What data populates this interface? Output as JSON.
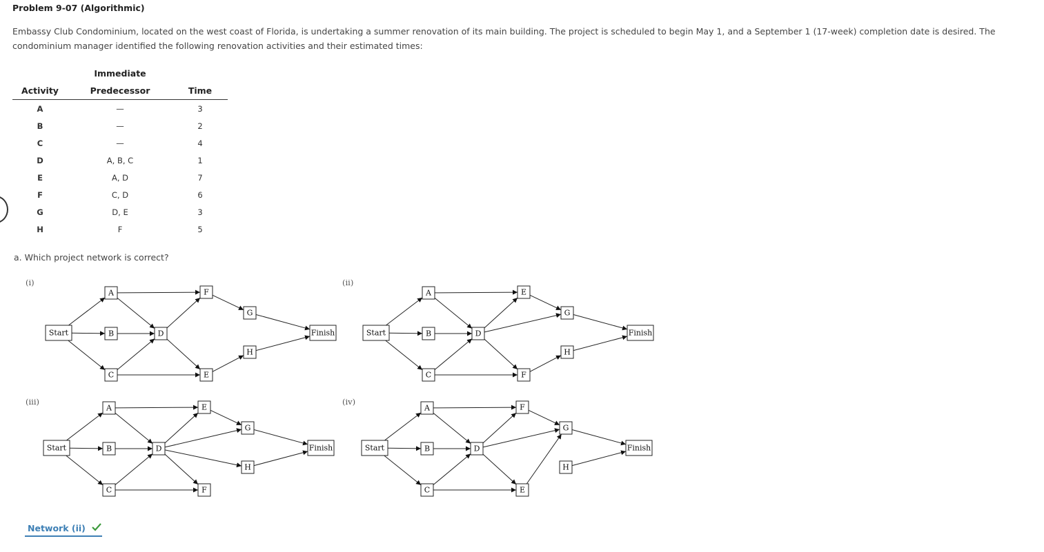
{
  "problem": {
    "title": "Problem 9-07 (Algorithmic)",
    "description": "Embassy Club Condominium, located on the west coast of Florida, is undertaking a summer renovation of its main building. The project is scheduled to begin May 1, and a September 1 (17-week) completion date is desired. The condominium manager identified the following renovation activities and their estimated times:"
  },
  "table": {
    "header_top": "Immediate",
    "headers": [
      "Activity",
      "Predecessor",
      "Time"
    ],
    "rows": [
      {
        "activity": "A",
        "predecessor": "—",
        "time": "3"
      },
      {
        "activity": "B",
        "predecessor": "—",
        "time": "2"
      },
      {
        "activity": "C",
        "predecessor": "—",
        "time": "4"
      },
      {
        "activity": "D",
        "predecessor": "A, B, C",
        "time": "1"
      },
      {
        "activity": "E",
        "predecessor": "A, D",
        "time": "7"
      },
      {
        "activity": "F",
        "predecessor": "C, D",
        "time": "6"
      },
      {
        "activity": "G",
        "predecessor": "D, E",
        "time": "3"
      },
      {
        "activity": "H",
        "predecessor": "F",
        "time": "5"
      }
    ]
  },
  "question": "a. Which project network is correct?",
  "networks": [
    {
      "label": "(i)",
      "slots": {
        "P": "F",
        "Q": "E",
        "R": "G",
        "S": "H"
      },
      "edges": [
        [
          "Start",
          "A"
        ],
        [
          "Start",
          "B"
        ],
        [
          "Start",
          "C"
        ],
        [
          "A",
          "D"
        ],
        [
          "B",
          "D"
        ],
        [
          "C",
          "D"
        ],
        [
          "A",
          "P"
        ],
        [
          "C",
          "Q"
        ],
        [
          "D",
          "P"
        ],
        [
          "D",
          "Q"
        ],
        [
          "P",
          "R"
        ],
        [
          "Q",
          "S"
        ],
        [
          "R",
          "Finish"
        ],
        [
          "S",
          "Finish"
        ]
      ]
    },
    {
      "label": "(ii)",
      "slots": {
        "P": "E",
        "Q": "F",
        "R": "G",
        "S": "H"
      },
      "edges": [
        [
          "Start",
          "A"
        ],
        [
          "Start",
          "B"
        ],
        [
          "Start",
          "C"
        ],
        [
          "A",
          "D"
        ],
        [
          "B",
          "D"
        ],
        [
          "C",
          "D"
        ],
        [
          "A",
          "P"
        ],
        [
          "C",
          "Q"
        ],
        [
          "D",
          "P"
        ],
        [
          "D",
          "Q"
        ],
        [
          "D",
          "R"
        ],
        [
          "P",
          "R"
        ],
        [
          "Q",
          "S"
        ],
        [
          "R",
          "Finish"
        ],
        [
          "S",
          "Finish"
        ]
      ]
    },
    {
      "label": "(iii)",
      "slots": {
        "P": "E",
        "Q": "F",
        "R": "G",
        "S": "H"
      },
      "edges": [
        [
          "Start",
          "A"
        ],
        [
          "Start",
          "B"
        ],
        [
          "Start",
          "C"
        ],
        [
          "A",
          "D"
        ],
        [
          "B",
          "D"
        ],
        [
          "C",
          "D"
        ],
        [
          "A",
          "P"
        ],
        [
          "C",
          "Q"
        ],
        [
          "D",
          "P"
        ],
        [
          "D",
          "Q"
        ],
        [
          "D",
          "R"
        ],
        [
          "D",
          "S"
        ],
        [
          "P",
          "R"
        ],
        [
          "R",
          "Finish"
        ],
        [
          "S",
          "Finish"
        ]
      ]
    },
    {
      "label": "(iv)",
      "slots": {
        "P": "F",
        "Q": "E",
        "R": "G",
        "S": "H"
      },
      "edges": [
        [
          "Start",
          "A"
        ],
        [
          "Start",
          "B"
        ],
        [
          "Start",
          "C"
        ],
        [
          "A",
          "D"
        ],
        [
          "B",
          "D"
        ],
        [
          "C",
          "D"
        ],
        [
          "A",
          "P"
        ],
        [
          "C",
          "Q"
        ],
        [
          "D",
          "P"
        ],
        [
          "D",
          "Q"
        ],
        [
          "D",
          "R"
        ],
        [
          "P",
          "R"
        ],
        [
          "Q",
          "R"
        ],
        [
          "R",
          "Finish"
        ],
        [
          "S",
          "Finish"
        ]
      ]
    }
  ],
  "answer": {
    "text": "Network (ii)",
    "status_color": "#3c9a3c"
  }
}
